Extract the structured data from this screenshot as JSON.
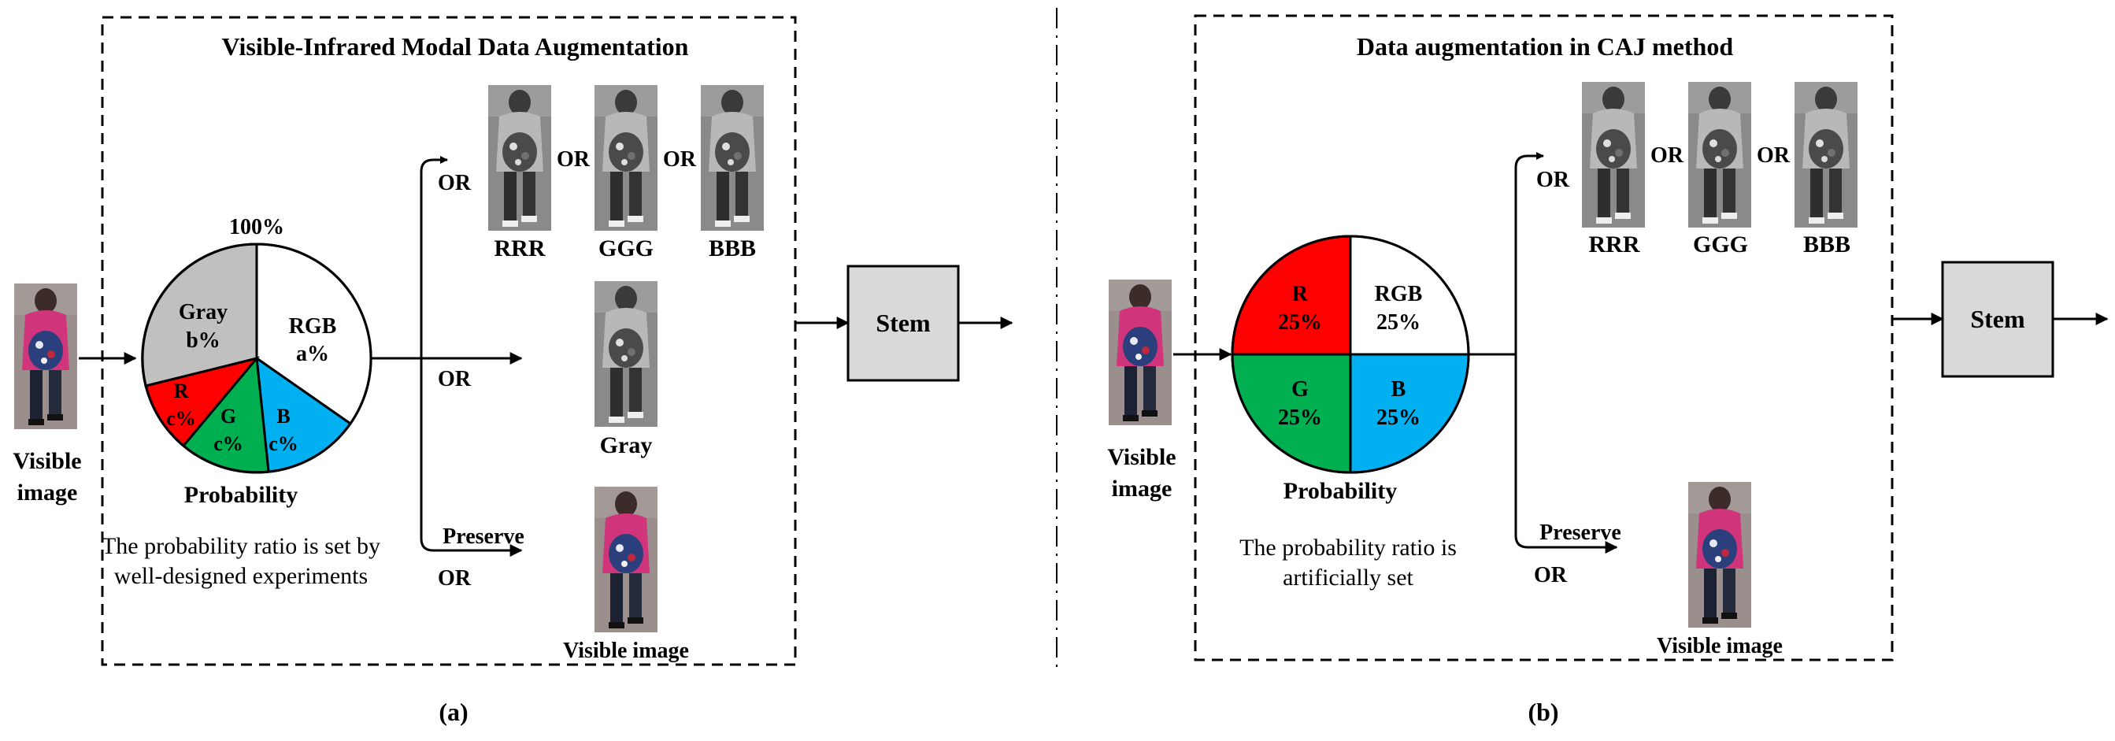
{
  "panel_a": {
    "title": "Visible-Infrared Modal Data Augmentation",
    "input_label_line1": "Visible",
    "input_label_line2": "image",
    "pie_top_label": "100%",
    "pie": {
      "rgb": {
        "name": "RGB",
        "value": "a%"
      },
      "gray": {
        "name": "Gray",
        "value": "b%"
      },
      "r": {
        "name": "R",
        "value": "c%"
      },
      "g": {
        "name": "G",
        "value": "c%"
      },
      "b": {
        "name": "B",
        "value": "c%"
      }
    },
    "probability_label": "Probability",
    "note_line1": "The probability ratio is set by",
    "note_line2": "well-designed experiments",
    "or_upper": "OR",
    "or_middle": "OR",
    "or_lower": "OR",
    "preserve": "Preserve",
    "or_between_1": "OR",
    "or_between_2": "OR",
    "rrr": "RRR",
    "ggg": "GGG",
    "bbb": "BBB",
    "gray": "Gray",
    "visible_image": "Visible image",
    "stem": "Stem",
    "caption": "(a)"
  },
  "panel_b": {
    "title": "Data augmentation in CAJ method",
    "input_label_line1": "Visible",
    "input_label_line2": "image",
    "pie": {
      "r": {
        "name": "R",
        "value": "25%"
      },
      "rgb": {
        "name": "RGB",
        "value": "25%"
      },
      "g": {
        "name": "G",
        "value": "25%"
      },
      "b": {
        "name": "B",
        "value": "25%"
      }
    },
    "probability_label": "Probability",
    "note_line1": "The probability ratio is",
    "note_line2": "artificially set",
    "or_upper": "OR",
    "or_lower": "OR",
    "preserve": "Preserve",
    "or_between_1": "OR",
    "or_between_2": "OR",
    "rrr": "RRR",
    "ggg": "GGG",
    "bbb": "BBB",
    "visible_image": "Visible image",
    "stem": "Stem",
    "caption": "(b)"
  },
  "colors": {
    "red": "#ff0000",
    "green": "#00b050",
    "blue": "#00b0f0",
    "gray": "#c0c0c0",
    "stem_fill": "#d9d9d9"
  }
}
